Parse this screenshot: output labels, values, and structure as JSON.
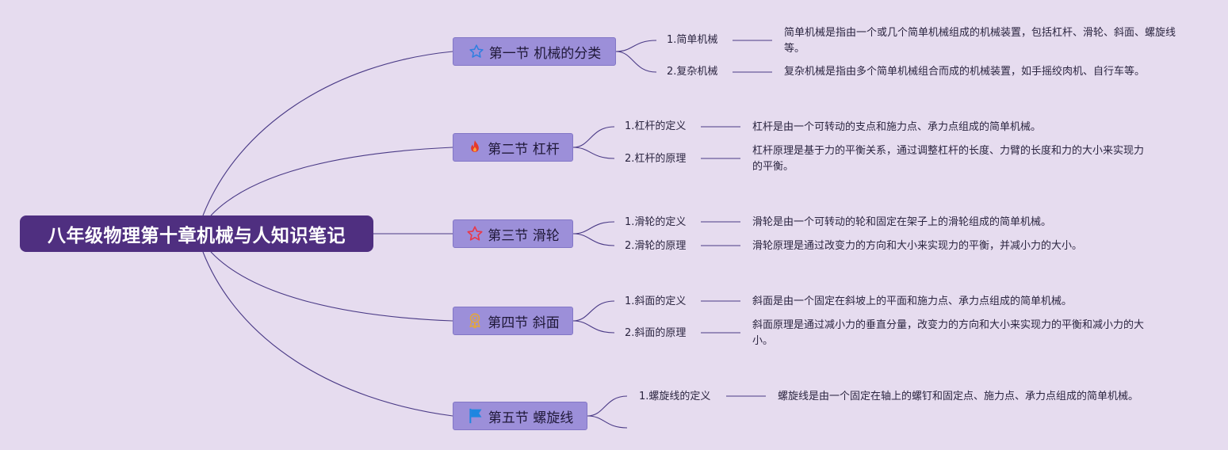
{
  "root": {
    "title": "八年级物理第十章机械与人知识笔记"
  },
  "sections": [
    {
      "label": "第一节 机械的分类",
      "icon": "star-outline-icon",
      "icon_color": "#2f7fe0",
      "items": [
        {
          "label": "1.简单机械",
          "desc": "简单机械是指由一个或几个简单机械组成的机械装置，包括杠杆、滑轮、斜面、螺旋线等。"
        },
        {
          "label": "2.复杂机械",
          "desc": "复杂机械是指由多个简单机械组合而成的机械装置，如手摇绞肉机、自行车等。"
        }
      ]
    },
    {
      "label": "第二节 杠杆",
      "icon": "fire-icon",
      "icon_color": "#e5392b",
      "items": [
        {
          "label": "1.杠杆的定义",
          "desc": "杠杆是由一个可转动的支点和施力点、承力点组成的简单机械。"
        },
        {
          "label": "2.杠杆的原理",
          "desc": "杠杆原理是基于力的平衡关系，通过调整杠杆的长度、力臂的长度和力的大小来实现力的平衡。"
        }
      ]
    },
    {
      "label": "第三节 滑轮",
      "icon": "star-outline-icon",
      "icon_color": "#e8394a",
      "items": [
        {
          "label": "1.滑轮的定义",
          "desc": "滑轮是由一个可转动的轮和固定在架子上的滑轮组成的简单机械。"
        },
        {
          "label": "2.滑轮的原理",
          "desc": "滑轮原理是通过改变力的方向和大小来实现力的平衡，并减小力的大小。"
        }
      ]
    },
    {
      "label": "第四节 斜面",
      "icon": "award-ribbon-icon",
      "icon_color": "#e0a542",
      "items": [
        {
          "label": "1.斜面的定义",
          "desc": "斜面是由一个固定在斜坡上的平面和施力点、承力点组成的简单机械。"
        },
        {
          "label": "2.斜面的原理",
          "desc": "斜面原理是通过减小力的垂直分量，改变力的方向和大小来实现力的平衡和减小力的大小。"
        }
      ]
    },
    {
      "label": "第五节 螺旋线",
      "icon": "flag-icon",
      "icon_color": "#1f86e0",
      "items": [
        {
          "label": "1.螺旋线的定义",
          "desc": "螺旋线是由一个固定在轴上的螺钉和固定点、施力点、承力点组成的简单机械。"
        },
        {
          "label": "",
          "desc": ""
        }
      ]
    }
  ],
  "colors": {
    "background": "#e6dcef",
    "root_fill": "#4f2f80",
    "section_fill": "#9c8fd9",
    "line": "#4a3a86"
  }
}
